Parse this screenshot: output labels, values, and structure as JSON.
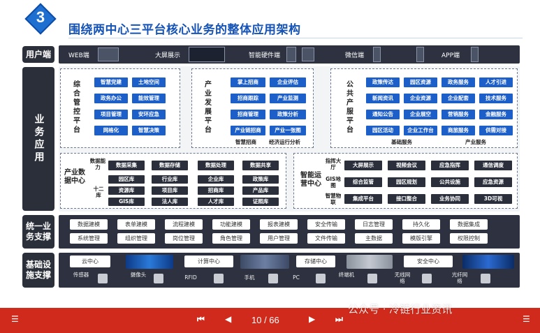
{
  "header": {
    "badge": "3",
    "title": "围绕两中心三平台核心业务的整体应用架构"
  },
  "rows": {
    "user": "用户端",
    "biz": "业务应用",
    "support": "统一业务支撑",
    "infra": "基础设施支撑"
  },
  "user_items": [
    "WEB端",
    "大屏展示",
    "智能硬件端",
    "微信端",
    "APP端"
  ],
  "platforms": {
    "gov": {
      "label": "综合管控平台",
      "items": [
        "智慧党建",
        "土地空间",
        "政务办公",
        "能效管理",
        "项目管理",
        "安环应急",
        "网格化",
        "智慧决策"
      ]
    },
    "ind": {
      "label": "产业发展平台",
      "items": [
        "掌上招商",
        "企业评估",
        "招商跟踪",
        "产业监测",
        "招商管理",
        "政策分析",
        "产业链招商",
        "产业一张图"
      ],
      "footer": [
        "智慧招商",
        "经济运行分析"
      ]
    },
    "pub": {
      "label": "公共产服平台",
      "items": [
        "政策传达",
        "园区资源",
        "政务服务",
        "人才引进",
        "新闻资讯",
        "企业资源",
        "企业配套",
        "技术服务",
        "通知公告",
        "企业展空",
        "营销服务",
        "金融服务",
        "园区活动",
        "企业工作台",
        "商旅服务",
        "供需对接"
      ],
      "footer": [
        "基础服务",
        "产业服务"
      ]
    }
  },
  "data_center": {
    "label": "产业数据中心",
    "row1_label": "数据能力",
    "row1": [
      "数据采集",
      "数据存储",
      "数据处理",
      "数据共享"
    ],
    "row2_label": "十二库",
    "row2": [
      "园区库",
      "行业库",
      "企业库",
      "政策库",
      "资源库",
      "项目库",
      "招商库",
      "产品库",
      "GIS库",
      "法人库",
      "人才库",
      "证照库"
    ]
  },
  "ops_center": {
    "label": "智能运营中心",
    "side_labels": [
      "指挥大厅",
      "GIS地图",
      "智慧物联"
    ],
    "items": [
      "大屏展示",
      "视频会议",
      "应急指挥",
      "通信调度",
      "综合监管",
      "园区规划",
      "公共设施",
      "应急资源",
      "集成平台",
      "接口整合",
      "业务协同",
      "3D可视"
    ]
  },
  "support_items": [
    "数据建模",
    "表单建模",
    "流程建模",
    "功能建模",
    "报表建模",
    "安全传输",
    "日志管理",
    "持久化",
    "数据集成",
    "系统管理",
    "组织管理",
    "岗位管理",
    "角色管理",
    "用户管理",
    "文件传输",
    "主数据",
    "模版引擎",
    "权限控制"
  ],
  "infra": {
    "centers": [
      "云中心",
      "计算中心",
      "存储中心",
      "安全中心"
    ],
    "devices": [
      "传感器",
      "摄像头",
      "RFID",
      "手机",
      "PC",
      "终端机",
      "无线网络",
      "光纤网络"
    ]
  },
  "footer": {
    "page": "10 / 66",
    "watermark": "公众号 · 冷链行业资讯"
  },
  "colors": {
    "accent": "#1d5fc9",
    "dark": "#2e3240",
    "footer": "#cf2a1b"
  }
}
